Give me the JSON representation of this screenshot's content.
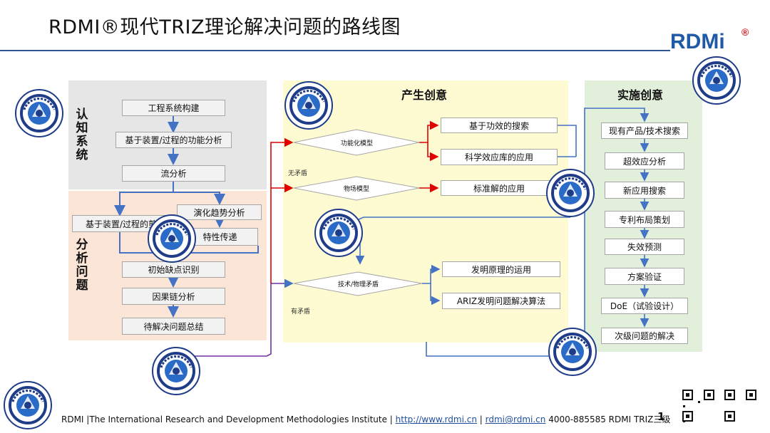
{
  "header": {
    "title": "RDMI®现代TRIZ理论解决问题的路线图",
    "brand_logo": "RDMi",
    "brand_mark": "®"
  },
  "colors": {
    "rule": "#2f5597",
    "panel_gray": "#e7e6e6",
    "panel_peach": "#fbe5d6",
    "panel_yellow": "#fefbd2",
    "panel_green": "#e2efda",
    "arrow_blue": "#4472c4",
    "arrow_red": "#e00000",
    "brand_red": "#d71a1f",
    "brand_blue": "#1f5aa6"
  },
  "sections": {
    "cognize": {
      "label": "认知系统",
      "steps": [
        "工程系统构建",
        "基于装置/过程的功能分析",
        "流分析"
      ]
    },
    "analyze": {
      "label": "分析问题",
      "steps": [
        "基于装置/过程的剪裁",
        "演化趋势分析",
        "特性传递",
        "初始缺点识别",
        "因果链分析",
        "待解决问题总结"
      ]
    },
    "generate": {
      "title": "产生创意",
      "models": [
        "功能化模型",
        "物场模型",
        "技术/物理矛盾"
      ],
      "annotations": [
        "无矛盾",
        "有矛盾"
      ],
      "results": [
        "基于功效的搜索",
        "科学效应库的应用",
        "标准解的应用",
        "发明原理的运用",
        "ARIZ发明问题解决算法"
      ]
    },
    "implement": {
      "title": "实施创意",
      "steps": [
        "现有产品/技术搜索",
        "超效应分析",
        "新应用搜索",
        "专利布局策划",
        "失效预测",
        "方案验证",
        "DoE（试验设计）",
        "次级问题的解决"
      ]
    }
  },
  "icons": [
    "rdmi-seal-icon",
    "arrow-icon",
    "qr-code-icon"
  ],
  "footer": {
    "org": "RDMI |The International Research and Development Methodologies Institute | ",
    "url": "http://www.rdmi.cn",
    "sep1": " | ",
    "email": "rdmi@rdmi.cn",
    "phone": " 4000-885585  RDMI TRIZ三级",
    "page": "1"
  }
}
